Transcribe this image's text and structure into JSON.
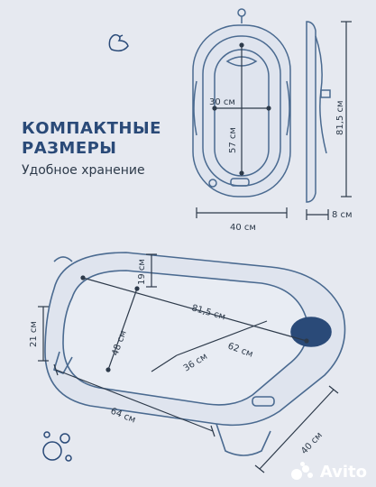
{
  "heading": {
    "line1": "КОМПАКТНЫЕ",
    "line2": "РАЗМЕРЫ",
    "subtitle": "Удобное хранение"
  },
  "top_view": {
    "width_inner": "30 см",
    "length_inner": "57 см",
    "outer_width": "40 см"
  },
  "side_view": {
    "length": "81,5 см",
    "depth": "8 см"
  },
  "open_view": {
    "depth_top": "19 см",
    "diagonal": "81,5 см",
    "inner_width": "48 см",
    "inner_length": "62 см",
    "inner_width_2": "36 см",
    "height": "21 см",
    "bottom_length": "64 см",
    "bottom_width": "40 см"
  },
  "watermark": "Avito",
  "colors": {
    "accent": "#2a4a78",
    "line": "#4a6a90",
    "fill": "#dfe4ee"
  }
}
